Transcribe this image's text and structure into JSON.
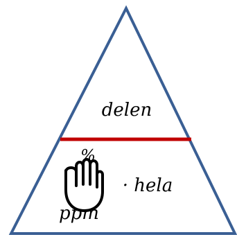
{
  "diagram": {
    "top_label": "delen",
    "bottom_left_top": "%",
    "bottom_left_bottom": "ppm",
    "bottom_right": "· hela"
  },
  "colors": {
    "triangle_stroke": "#3a5f94",
    "divider": "#c00000",
    "text": "#000000"
  },
  "icons": {
    "cursor": "hand-grab-icon"
  }
}
